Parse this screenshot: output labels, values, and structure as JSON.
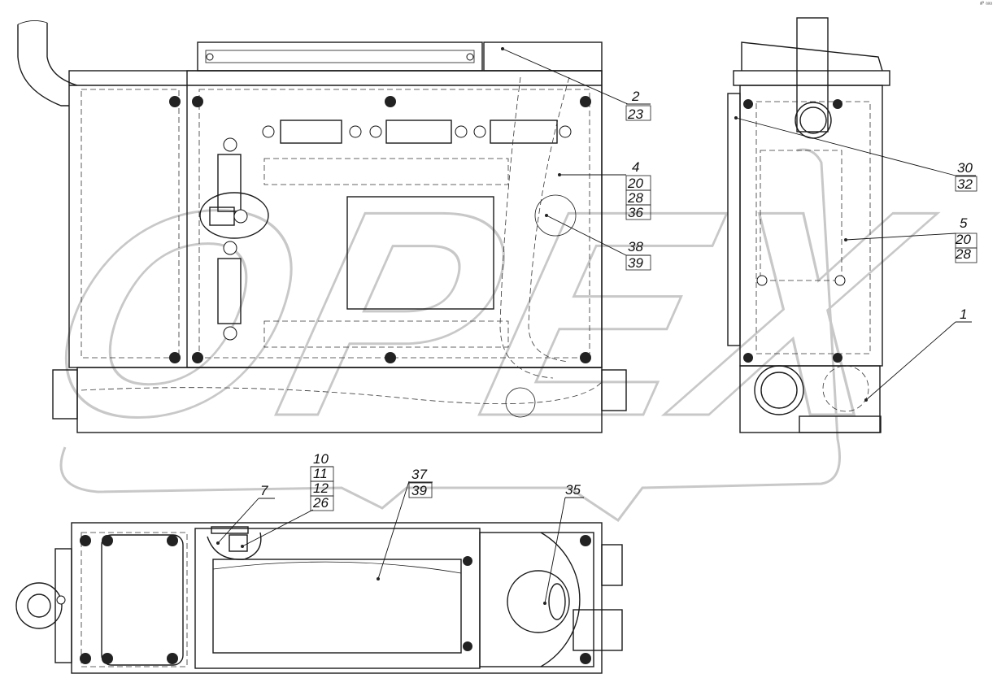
{
  "corner_mark": "ᵃᴾ ᵃᵃᵃ",
  "watermark": "OPEX",
  "callouts": {
    "top_right": [
      {
        "id": "c1",
        "lines": [
          "2",
          "23"
        ]
      },
      {
        "id": "c2",
        "lines": [
          "4",
          "20",
          "28",
          "36"
        ]
      },
      {
        "id": "c3",
        "lines": [
          "38",
          "39"
        ]
      }
    ],
    "side_view": [
      {
        "id": "c4",
        "lines": [
          "30",
          "32"
        ]
      },
      {
        "id": "c5",
        "lines": [
          "5",
          "20",
          "28"
        ]
      },
      {
        "id": "c6",
        "lines": [
          "1"
        ]
      }
    ],
    "top_view": [
      {
        "id": "c7",
        "lines": [
          "7"
        ]
      },
      {
        "id": "c8",
        "lines": [
          "10",
          "11",
          "12",
          "26"
        ]
      },
      {
        "id": "c9",
        "lines": [
          "37",
          "39"
        ]
      },
      {
        "id": "c10",
        "lines": [
          "35"
        ]
      }
    ]
  }
}
